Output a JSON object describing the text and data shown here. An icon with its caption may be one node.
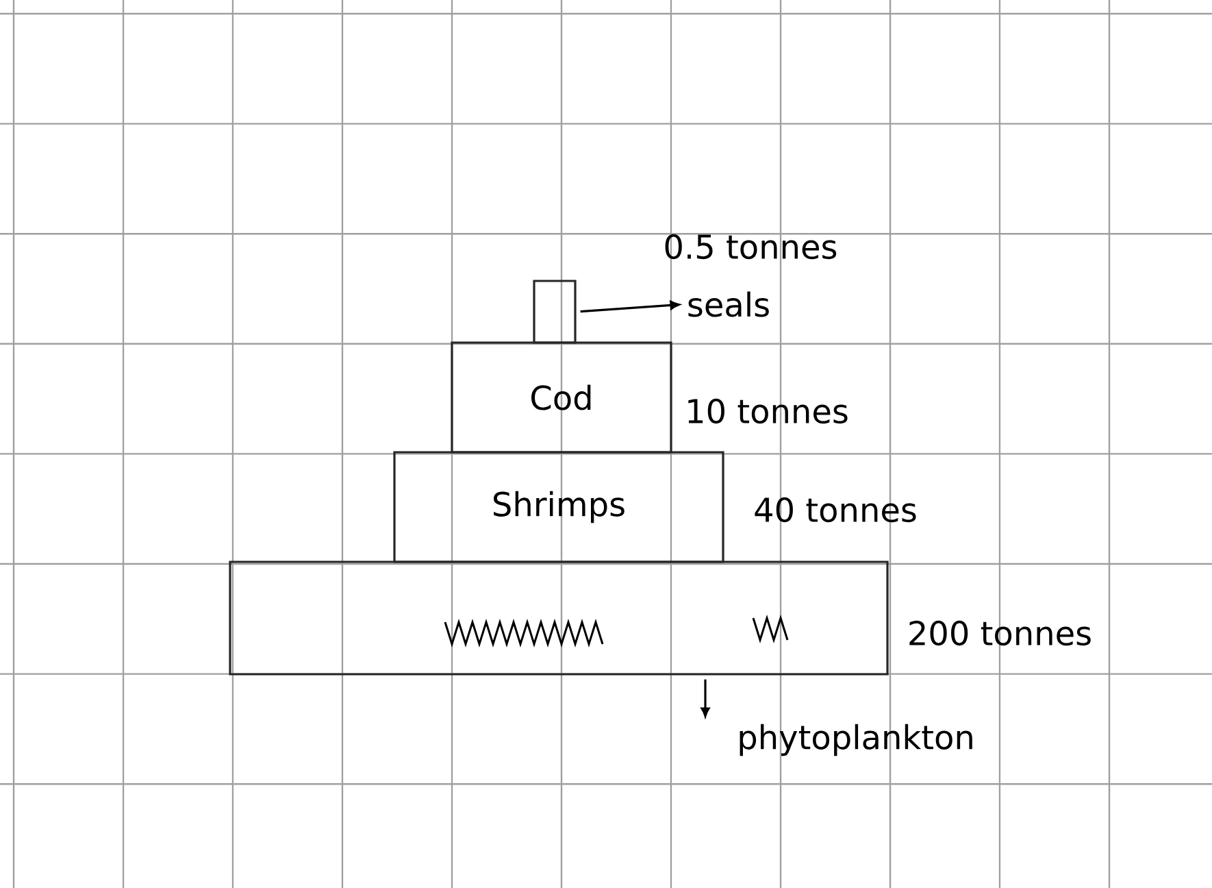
{
  "diagram": {
    "nodes": [
      {
        "text": [],
        "shape": "bar"
      },
      {
        "text": [
          "seals"
        ],
        "beside": [
          "0.5 tonnes"
        ]
      },
      {
        "text": [
          "Cod"
        ],
        "beside": [
          "10 tonnes"
        ]
      },
      {
        "text": [
          "Shrimps"
        ],
        "beside": [
          "40 tonnes"
        ]
      },
      {
        "text": [],
        "shape": "bar",
        "beside": [
          "200 tonnes"
        ]
      },
      {
        "text": [
          "phytoplankton"
        ]
      }
    ],
    "edges": [
      {
        "from": 0,
        "to": 1,
        "arrow": "to"
      },
      {
        "from": 4,
        "to": 5,
        "arrow": "to"
      }
    ]
  }
}
